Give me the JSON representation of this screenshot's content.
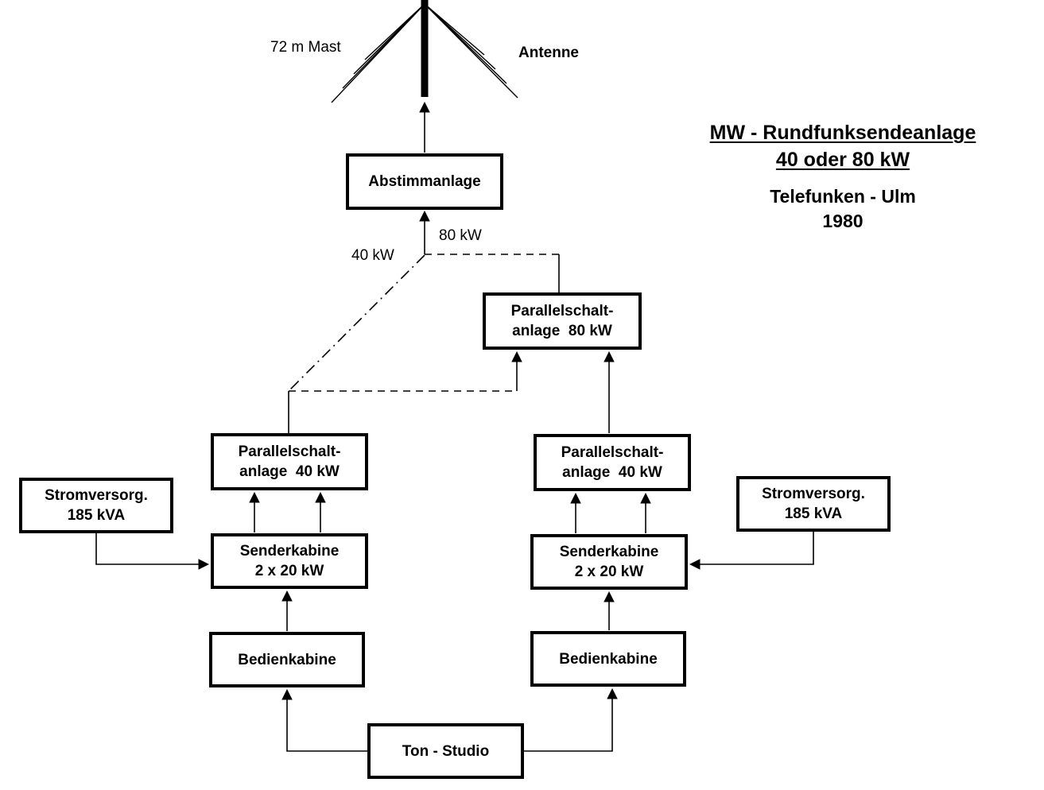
{
  "title_block": {
    "line1": "MW - Rundfunksendeanlage",
    "line2": "40 oder 80 kW",
    "line3": "Telefunken - Ulm",
    "line4": "1980"
  },
  "antenna": {
    "mast_label": "72 m Mast",
    "antenna_label": "Antenne"
  },
  "feed_labels": {
    "power_80": "80 kW",
    "power_40": "40 kW"
  },
  "boxes": {
    "abstimmanlage": {
      "line1": "Abstimmanlage"
    },
    "parallelschalt_80": {
      "line1": "Parallelschalt-",
      "line2": "anlage  80 kW"
    },
    "parallelschalt_40_left": {
      "line1": "Parallelschalt-",
      "line2": "anlage  40 kW"
    },
    "parallelschalt_40_right": {
      "line1": "Parallelschalt-",
      "line2": "anlage  40 kW"
    },
    "stromversorgung_left": {
      "line1": "Stromversorg.",
      "line2": "185 kVA"
    },
    "stromversorgung_right": {
      "line1": "Stromversorg.",
      "line2": "185 kVA"
    },
    "senderkabine_left": {
      "line1": "Senderkabine",
      "line2": "2 x 20 kW"
    },
    "senderkabine_right": {
      "line1": "Senderkabine",
      "line2": "2 x 20 kW"
    },
    "bedienkabine_left": {
      "line1": "Bedienkabine"
    },
    "bedienkabine_right": {
      "line1": "Bedienkabine"
    },
    "ton_studio": {
      "line1": "Ton - Studio"
    }
  }
}
